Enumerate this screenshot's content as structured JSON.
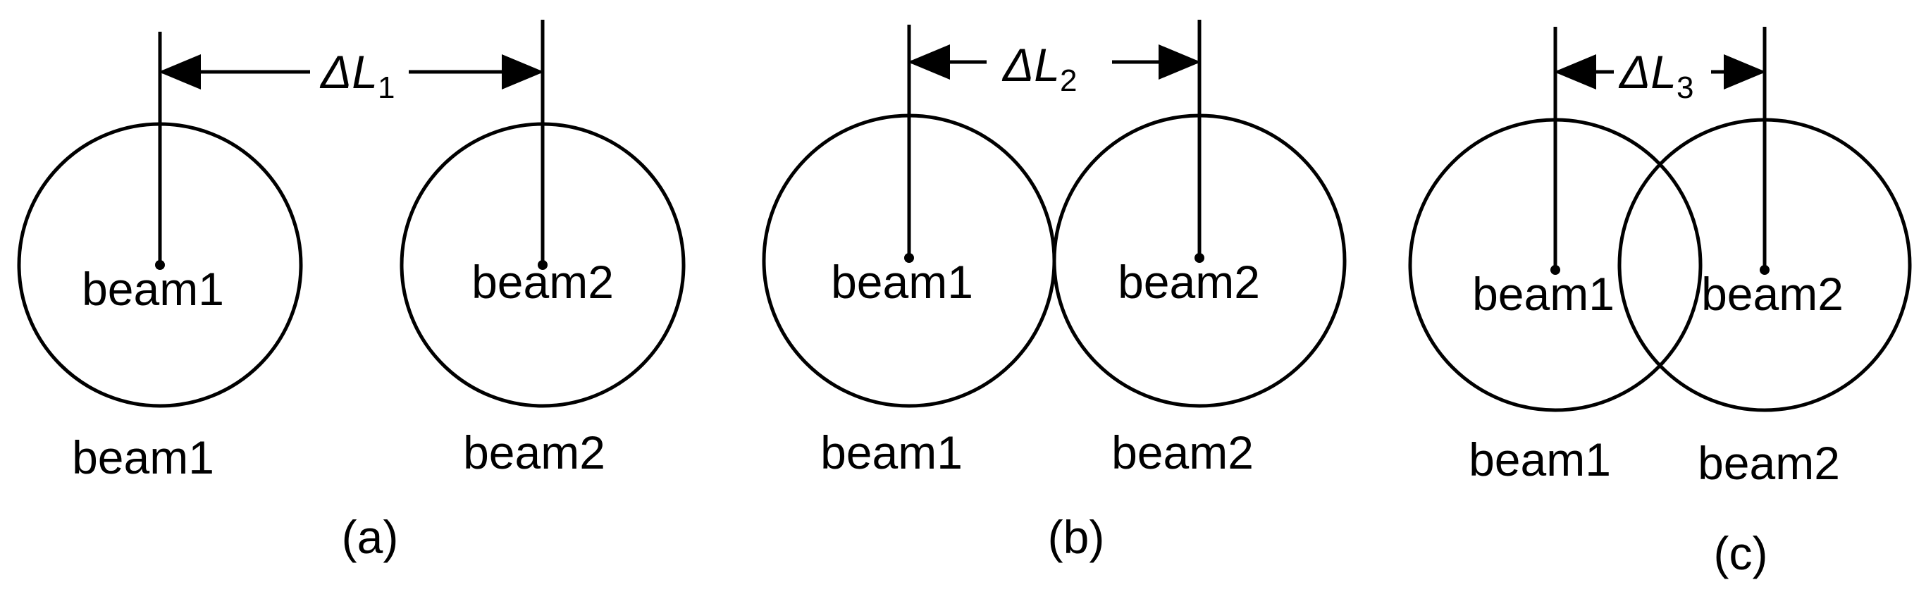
{
  "panels": [
    {
      "caption": "(a)",
      "spacing_symbol": "ΔL",
      "spacing_sub": "1",
      "beam1_inner": "beam1",
      "beam2_inner": "beam2",
      "beam1_below": "beam1",
      "beam2_below": "beam2"
    },
    {
      "caption": "(b)",
      "spacing_symbol": "ΔL",
      "spacing_sub": "2",
      "beam1_inner": "beam1",
      "beam2_inner": "beam2",
      "beam1_below": "beam1",
      "beam2_below": "beam2"
    },
    {
      "caption": "(c)",
      "spacing_symbol": "ΔL",
      "spacing_sub": "3",
      "beam1_inner": "beam1",
      "beam2_inner": "beam2",
      "beam1_below": "beam1",
      "beam2_below": "beam2"
    }
  ]
}
